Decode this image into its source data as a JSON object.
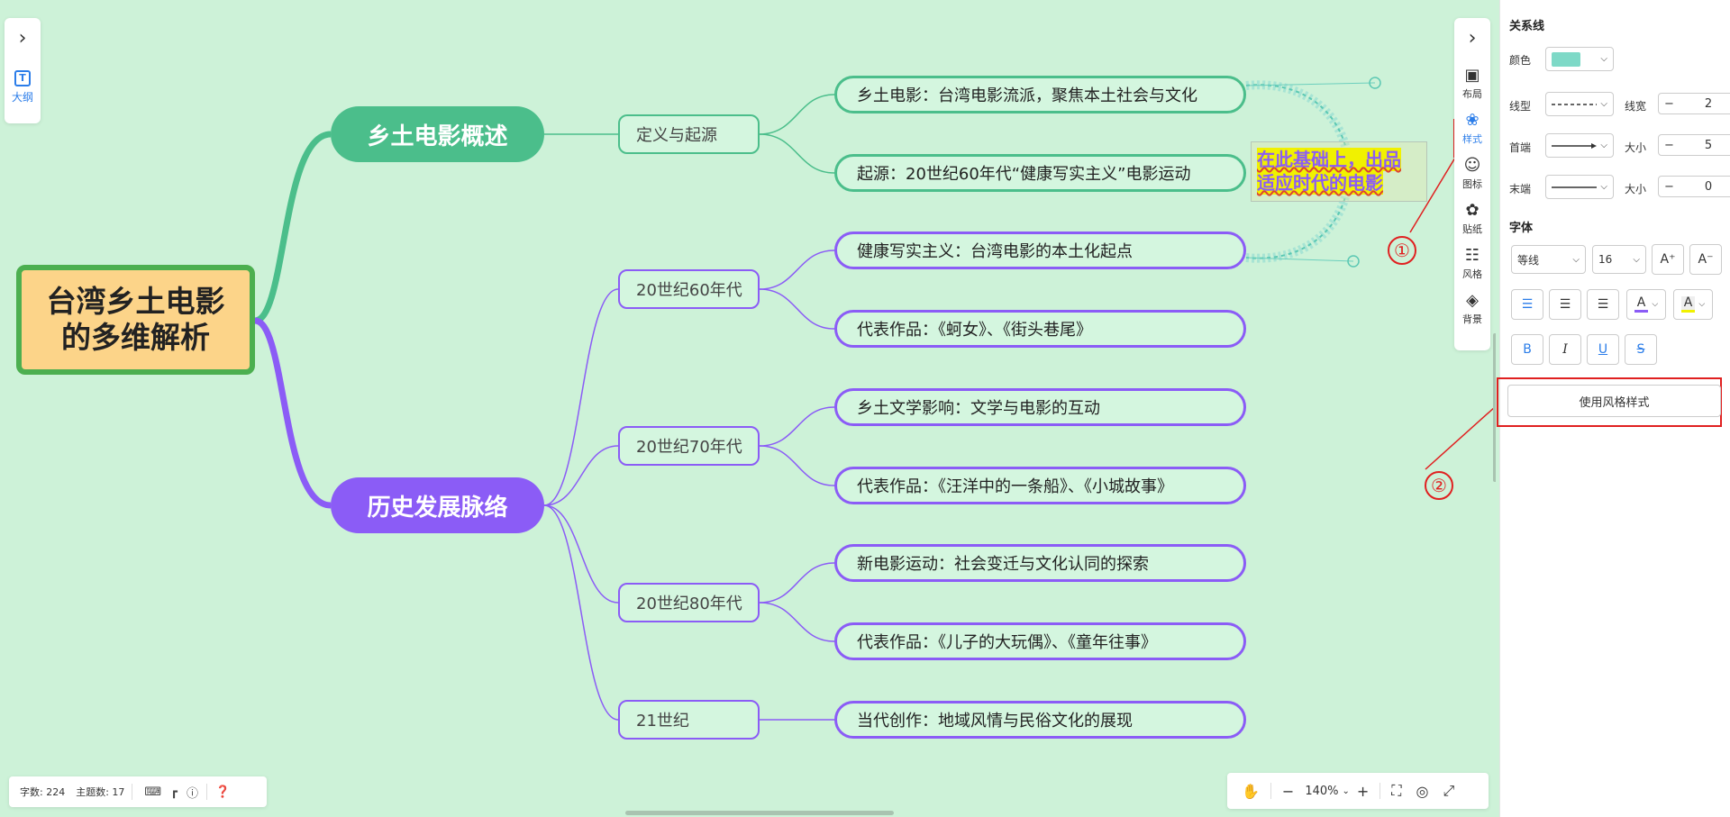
{
  "mindmap": {
    "root": {
      "line1": "台湾乡土电影",
      "line2": "的多维解析"
    },
    "main_topics": [
      {
        "label": "乡土电影概述",
        "color": "#4bbe8b"
      },
      {
        "label": "历史发展脉络",
        "color": "#8b5cf6"
      }
    ],
    "subtopics": [
      "定义与起源",
      "20世纪60年代",
      "20世纪70年代",
      "20世纪80年代",
      "21世纪"
    ],
    "leaves": [
      "乡土电影：台湾电影流派，聚焦本土社会与文化",
      "起源：20世纪60年代“健康写实主义”电影运动",
      "健康写实主义：台湾电影的本土化起点",
      "代表作品：《蚵女》、《街头巷尾》",
      "乡土文学影响：文学与电影的互动",
      "代表作品：《汪洋中的一条船》、《小城故事》",
      "新电影运动：社会变迁与文化认同的探索",
      "代表作品：《儿子的大玩偶》、《童年往事》",
      "当代创作：地域风情与民俗文化的展现"
    ],
    "floating_note": {
      "line1": "在此基础上，出品",
      "line2": "适应时代的电影"
    }
  },
  "annotations": {
    "marker1": "①",
    "marker2": "②"
  },
  "left_toolbar": {
    "outline_label": "大纲",
    "outline_glyph": "T"
  },
  "right_toolbar": {
    "items": [
      {
        "label": "布局",
        "icon": "layout-icon"
      },
      {
        "label": "样式",
        "icon": "palette-icon"
      },
      {
        "label": "图标",
        "icon": "emoji-icon"
      },
      {
        "label": "贴纸",
        "icon": "sticker-icon"
      },
      {
        "label": "风格",
        "icon": "grid-icon"
      },
      {
        "label": "背景",
        "icon": "layers-icon"
      }
    ],
    "active": "样式"
  },
  "status_bar": {
    "word_count": "字数: 224",
    "topic_count": "主题数: 17"
  },
  "zoom_bar": {
    "zoom": "140%"
  },
  "panel": {
    "relation_title": "关系线",
    "color_label": "颜色",
    "color_value": "#7ed9c7",
    "line_type_label": "线型",
    "line_width_label": "线宽",
    "line_width_value": "2",
    "start_label": "首端",
    "start_size_label": "大小",
    "start_size_value": "5",
    "end_label": "末端",
    "end_size_label": "大小",
    "end_size_value": "0",
    "font_title": "字体",
    "font_family": "等线",
    "font_size": "16",
    "font_grow": "A⁺",
    "font_shrink": "A⁻",
    "font_color_glyph": "A",
    "highlight_glyph": "A",
    "bold": "B",
    "italic": "I",
    "underline": "U",
    "strike": "S",
    "use_style_button": "使用风格样式"
  }
}
